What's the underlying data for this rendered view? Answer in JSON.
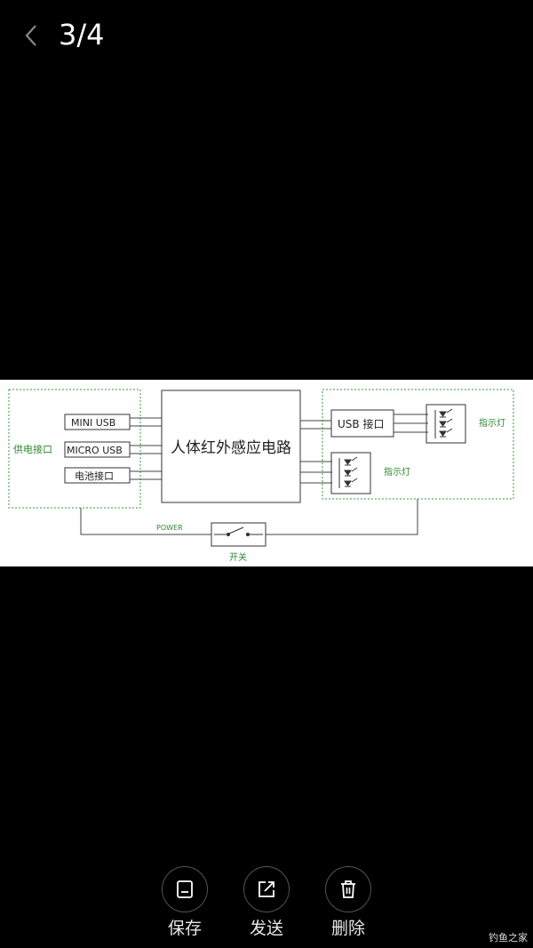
{
  "viewer": {
    "counter": "3/4",
    "back_icon": "chevron-left-icon"
  },
  "diagram": {
    "power_group_label": "供电接口",
    "ports": [
      "MINI USB",
      "MICRO USB",
      "电池接口"
    ],
    "center_block": "人体红外感应电路",
    "usb_port": "USB 接口",
    "indicator_upper": "指示灯",
    "indicator_lower": "指示灯",
    "power_line_label": "POWER",
    "switch_label": "开关",
    "group_border_color": "#3a9a3a",
    "line_color": "#444444"
  },
  "actions": [
    {
      "label": "保存",
      "icon": "save-icon"
    },
    {
      "label": "发送",
      "icon": "share-icon"
    },
    {
      "label": "删除",
      "icon": "trash-icon"
    }
  ],
  "watermark": "钓鱼之家"
}
